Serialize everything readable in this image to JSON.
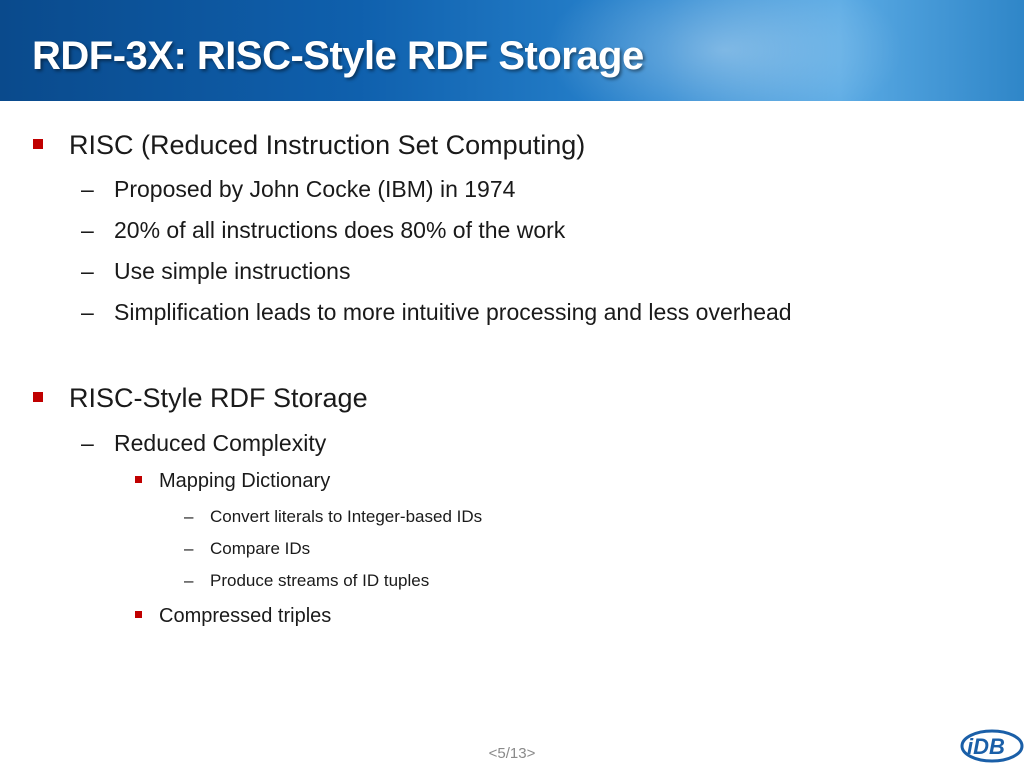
{
  "slide": {
    "title": "RDF-3X: RISC-Style RDF Storage",
    "page_number": "<5/13>"
  },
  "bullets": [
    {
      "text": "RISC (Reduced Instruction Set Computing)",
      "children": [
        {
          "text": "Proposed by John Cocke (IBM) in 1974"
        },
        {
          "text": "20% of all instructions does 80% of the work"
        },
        {
          "text": "Use simple instructions"
        },
        {
          "text": "Simplification leads to more intuitive processing and less overhead"
        }
      ]
    },
    {
      "text": "RISC-Style RDF Storage",
      "children": [
        {
          "text": "Reduced Complexity",
          "children": [
            {
              "text": "Mapping Dictionary",
              "children": [
                {
                  "text": "Convert literals to Integer-based IDs"
                },
                {
                  "text": "Compare IDs"
                },
                {
                  "text": "Produce streams of ID tuples"
                }
              ]
            },
            {
              "text": "Compressed triples"
            }
          ]
        }
      ]
    }
  ],
  "logo": {
    "icon": "idb-logo-icon",
    "text": "iDB",
    "color": "#1a5fa8"
  },
  "colors": {
    "title_bar": "#0f60ad",
    "bullet_marker": "#c00000"
  }
}
